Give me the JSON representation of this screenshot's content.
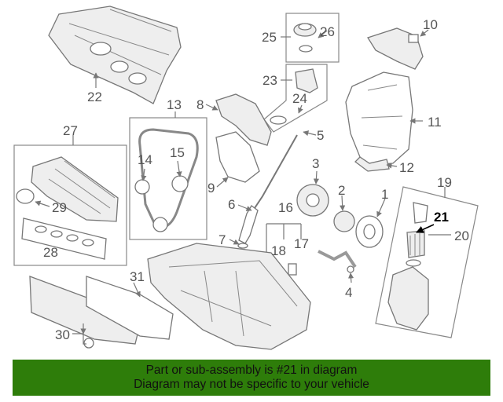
{
  "diagram": {
    "callouts": [
      "1",
      "2",
      "3",
      "4",
      "5",
      "6",
      "7",
      "8",
      "9",
      "10",
      "11",
      "12",
      "13",
      "14",
      "15",
      "16",
      "17",
      "18",
      "19",
      "20",
      "21",
      "22",
      "23",
      "24",
      "25",
      "26",
      "27",
      "28",
      "29",
      "30",
      "31"
    ],
    "highlighted_callout": "21"
  },
  "banner": {
    "line1": "Part or sub-assembly is #21 in diagram",
    "line2": "Diagram may not be specific to your vehicle",
    "background_color": "#2e7d0a"
  }
}
